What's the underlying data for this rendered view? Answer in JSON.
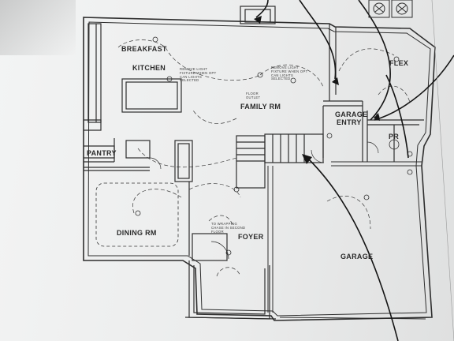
{
  "rooms": {
    "breakfast": "BREAKFAST",
    "kitchen": "KITCHEN",
    "flex": "FLEX",
    "family_rm": "FAMILY RM",
    "garage_entry_line1": "GARAGE",
    "garage_entry_line2": "ENTRY",
    "pr": "PR",
    "pantry": "PANTRY",
    "dining_rm": "DINING RM",
    "foyer": "FOYER",
    "garage": "GARAGE"
  },
  "notes": {
    "kitchen_fixture": "REMOVE LIGHT FIXTURE WHEN OPT CAN LIGHTS SELECTED",
    "family_fixture": "REMOVE LIGHT FIXTURE WHEN OPT CAN LIGHTS SELECTED",
    "floor_outlet": "FLOOR OUTLET",
    "foyer_note": "TO WRAPPING CHASE IN SECOND FLOOR"
  },
  "colors": {
    "ink": "#2b2b2b",
    "paper": "#eeefef",
    "marker": "#151515"
  },
  "icons": [
    "fan-symbol-icon",
    "fan-symbol-icon"
  ]
}
